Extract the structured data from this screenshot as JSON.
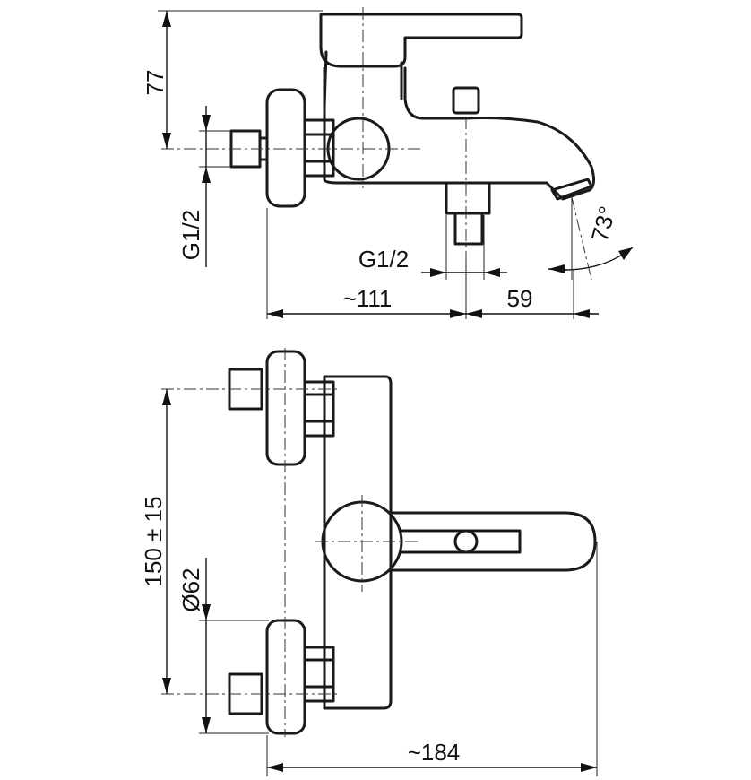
{
  "dimensions": {
    "height_77": "77",
    "inlet_thread_left": "G1/2",
    "outlet_thread": "G1/2",
    "width_111": "~111",
    "spout_59": "59",
    "spout_angle": "73°",
    "centers_150": "150 ± 15",
    "flange_diameter": "Ø62",
    "total_width_184": "~184"
  }
}
